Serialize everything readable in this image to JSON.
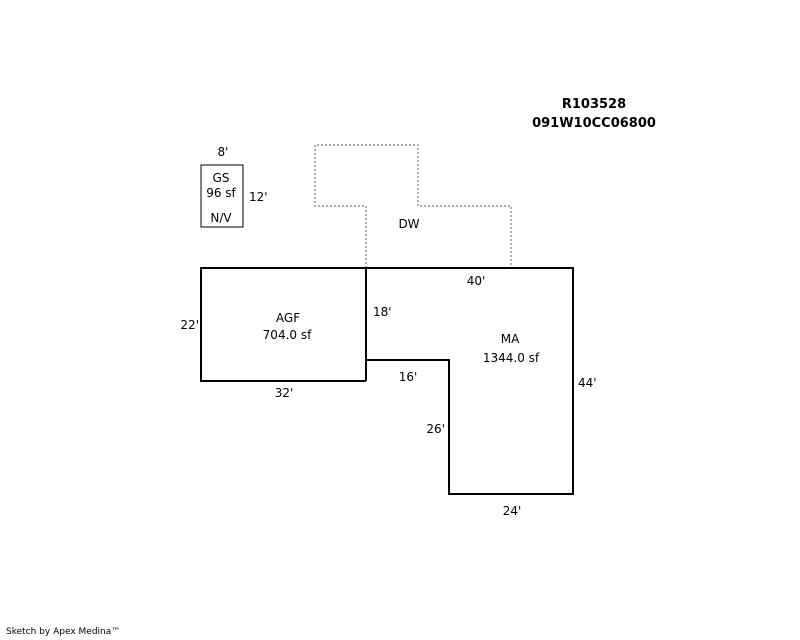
{
  "header": {
    "parcel_id": "R103528",
    "map_number": "091W10CC06800"
  },
  "areas": {
    "gs": {
      "code": "GS",
      "area": "96 sf",
      "note": "N/V",
      "width_label": "8'",
      "depth_label": "12'"
    },
    "dw": {
      "code": "DW"
    },
    "agf": {
      "code": "AGF",
      "area": "704.0 sf",
      "side_label": "22'",
      "bottom_label": "32'"
    },
    "ma": {
      "code": "MA",
      "area": "1344.0 sf",
      "top_label": "40'",
      "right_label": "44'",
      "bottom_label": "24'",
      "inner_vertical_label": "18'",
      "inner_horizontal_label": "16'",
      "lower_vertical_label": "26'"
    }
  },
  "footer": {
    "credit": "Sketch by Apex Medina™"
  },
  "colors": {
    "line": "#000000",
    "dotted_line": "#777777",
    "background": "#ffffff"
  }
}
